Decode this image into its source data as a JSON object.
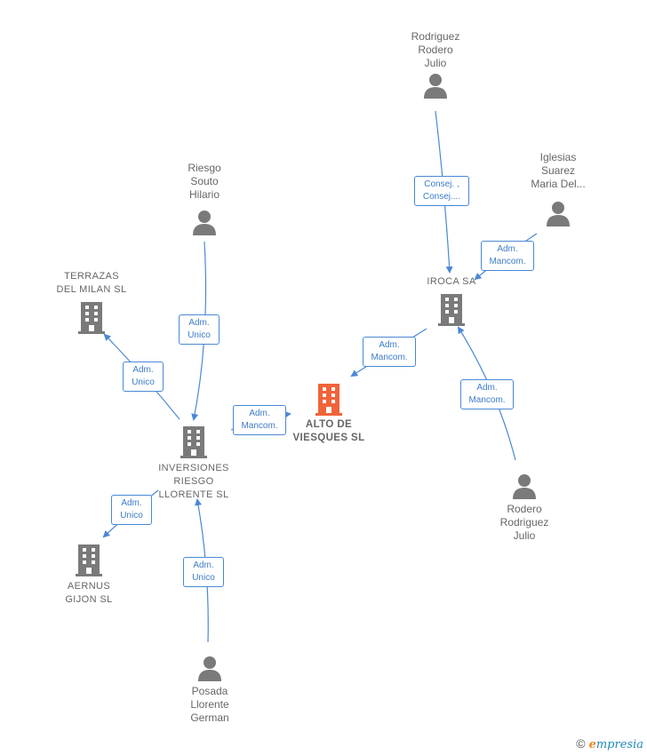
{
  "nodes": {
    "rodriguez_rodero_julio": {
      "label": "Rodriguez\nRodero\nJulio"
    },
    "iglesias_suarez": {
      "label": "Iglesias\nSuarez\nMaria Del..."
    },
    "iroca": {
      "label": "IROCA SA"
    },
    "riesgo_souto": {
      "label": "Riesgo\nSouto\nHilario"
    },
    "terrazas": {
      "label": "TERRAZAS\nDEL MILAN  SL"
    },
    "alto": {
      "label": "ALTO DE\nVIESQUES  SL"
    },
    "inversiones": {
      "label": "INVERSIONES\nRIESGO\nLLORENTE  SL"
    },
    "rodero_rodriguez": {
      "label": "Rodero\nRodriguez\nJulio"
    },
    "aernus": {
      "label": "AERNUS\nGIJON  SL"
    },
    "posada": {
      "label": "Posada\nLlorente\nGerman"
    }
  },
  "relations": {
    "consej": "Consej. ,\nConsej....",
    "iglesias_iroca": "Adm.\nMancom.",
    "iroca_alto": "Adm.\nMancom.",
    "rodero_iroca": "Adm.\nMancom.",
    "riesgo_inv": "Adm.\nUnico",
    "inv_terrazas": "Adm.\nUnico",
    "inv_alto": "Adm.\nMancom.",
    "inv_aernus": "Adm.\nUnico",
    "posada_inv": "Adm.\nUnico"
  },
  "colors": {
    "edge": "#4a88d4",
    "person": "#7a7a7a",
    "company": "#7a7a7a",
    "main_company": "#f0643a"
  },
  "brand": {
    "copyright": "©",
    "initial": "e",
    "rest": "mpresia"
  }
}
